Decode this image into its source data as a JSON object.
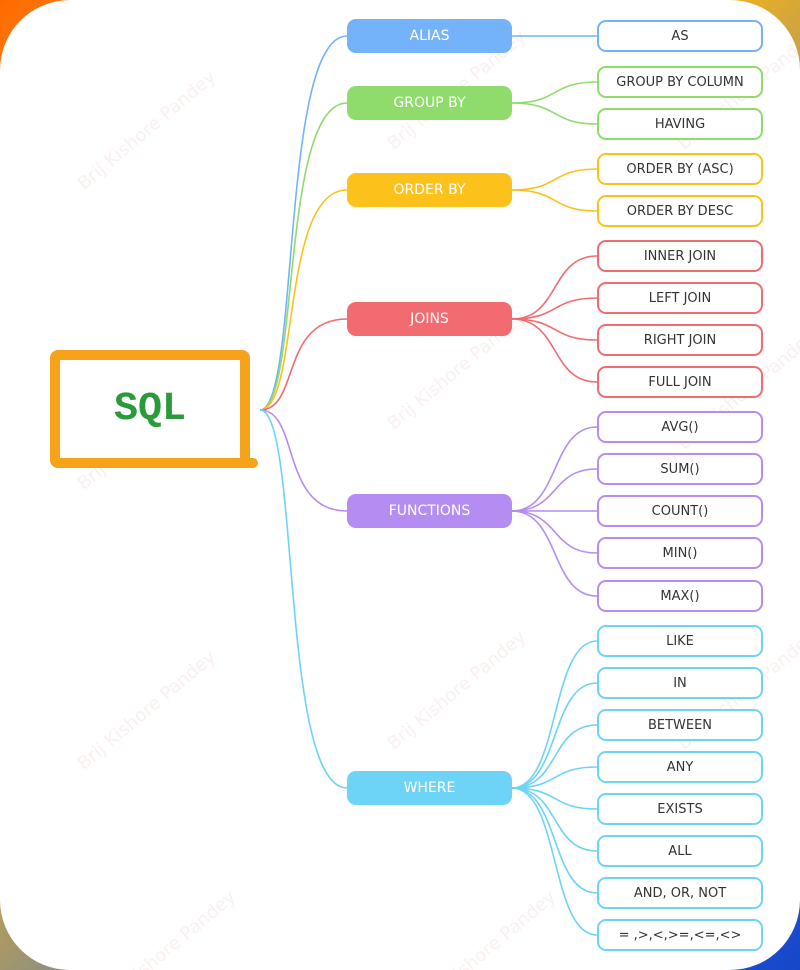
{
  "root": {
    "label": "SQL"
  },
  "watermark": "Brij Kishore Pandey",
  "branches": [
    {
      "label": "ALIAS",
      "color": "#74b3f9",
      "children": [
        "AS"
      ]
    },
    {
      "label": "GROUP BY",
      "color": "#8fdc6c",
      "children": [
        "GROUP BY COLUMN",
        "HAVING"
      ]
    },
    {
      "label": "ORDER BY",
      "color": "#fcc21b",
      "children": [
        "ORDER BY (ASC)",
        "ORDER BY DESC"
      ]
    },
    {
      "label": "JOINS",
      "color": "#f26b70",
      "children": [
        "INNER JOIN",
        "LEFT JOIN",
        "RIGHT JOIN",
        "FULL JOIN"
      ]
    },
    {
      "label": "FUNCTIONS",
      "color": "#b48cf2",
      "children": [
        "AVG()",
        "SUM()",
        "COUNT()",
        "MIN()",
        "MAX()"
      ]
    },
    {
      "label": "WHERE",
      "color": "#6dd3f7",
      "children": [
        "LIKE",
        "IN",
        "BETWEEN",
        "ANY",
        "EXISTS",
        "ALL",
        "AND, OR, NOT",
        "= ,>,<,>=,<=,<>"
      ]
    }
  ]
}
